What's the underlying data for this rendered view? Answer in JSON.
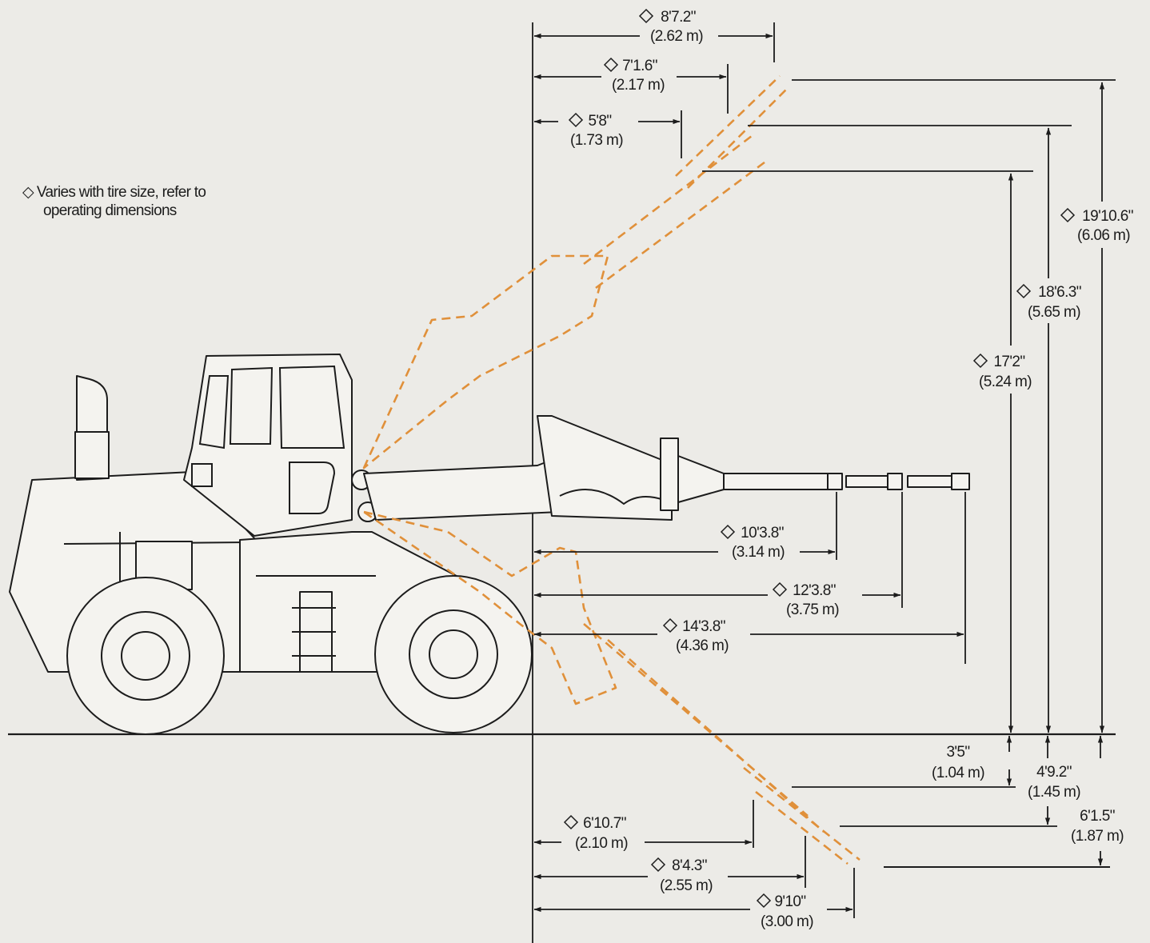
{
  "legend": {
    "symbol": "◇",
    "line1": "Varies with tire size, refer to",
    "line2": "operating dimensions"
  },
  "colors": {
    "background": "#ecebe7",
    "ink": "#1c1c1c",
    "boom_positions": "#e0903a"
  },
  "dimensions": {
    "reach_high_1": {
      "imperial": "5'8\"",
      "metric": "(1.73 m)"
    },
    "reach_high_2": {
      "imperial": "7'1.6\"",
      "metric": "(2.17 m)"
    },
    "reach_high_3": {
      "imperial": "8'7.2\"",
      "metric": "(2.62 m)"
    },
    "height_1": {
      "imperial": "17'2\"",
      "metric": "(5.24 m)"
    },
    "height_2": {
      "imperial": "18'6.3\"",
      "metric": "(5.65 m)"
    },
    "height_3": {
      "imperial": "19'10.6\"",
      "metric": "(6.06 m)"
    },
    "reach_horiz_1": {
      "imperial": "10'3.8\"",
      "metric": "(3.14 m)"
    },
    "reach_horiz_2": {
      "imperial": "12'3.8\"",
      "metric": "(3.75 m)"
    },
    "reach_horiz_3": {
      "imperial": "14'3.8\"",
      "metric": "(4.36 m)"
    },
    "depth_1": {
      "imperial": "3'5\"",
      "metric": "(1.04 m)"
    },
    "depth_2": {
      "imperial": "4'9.2\"",
      "metric": "(1.45 m)"
    },
    "depth_3": {
      "imperial": "6'1.5\"",
      "metric": "(1.87 m)"
    },
    "reach_low_1": {
      "imperial": "6'10.7\"",
      "metric": "(2.10 m)"
    },
    "reach_low_2": {
      "imperial": "8'4.3\"",
      "metric": "(2.55 m)"
    },
    "reach_low_3": {
      "imperial": "9'10\"",
      "metric": "(3.00 m)"
    }
  }
}
